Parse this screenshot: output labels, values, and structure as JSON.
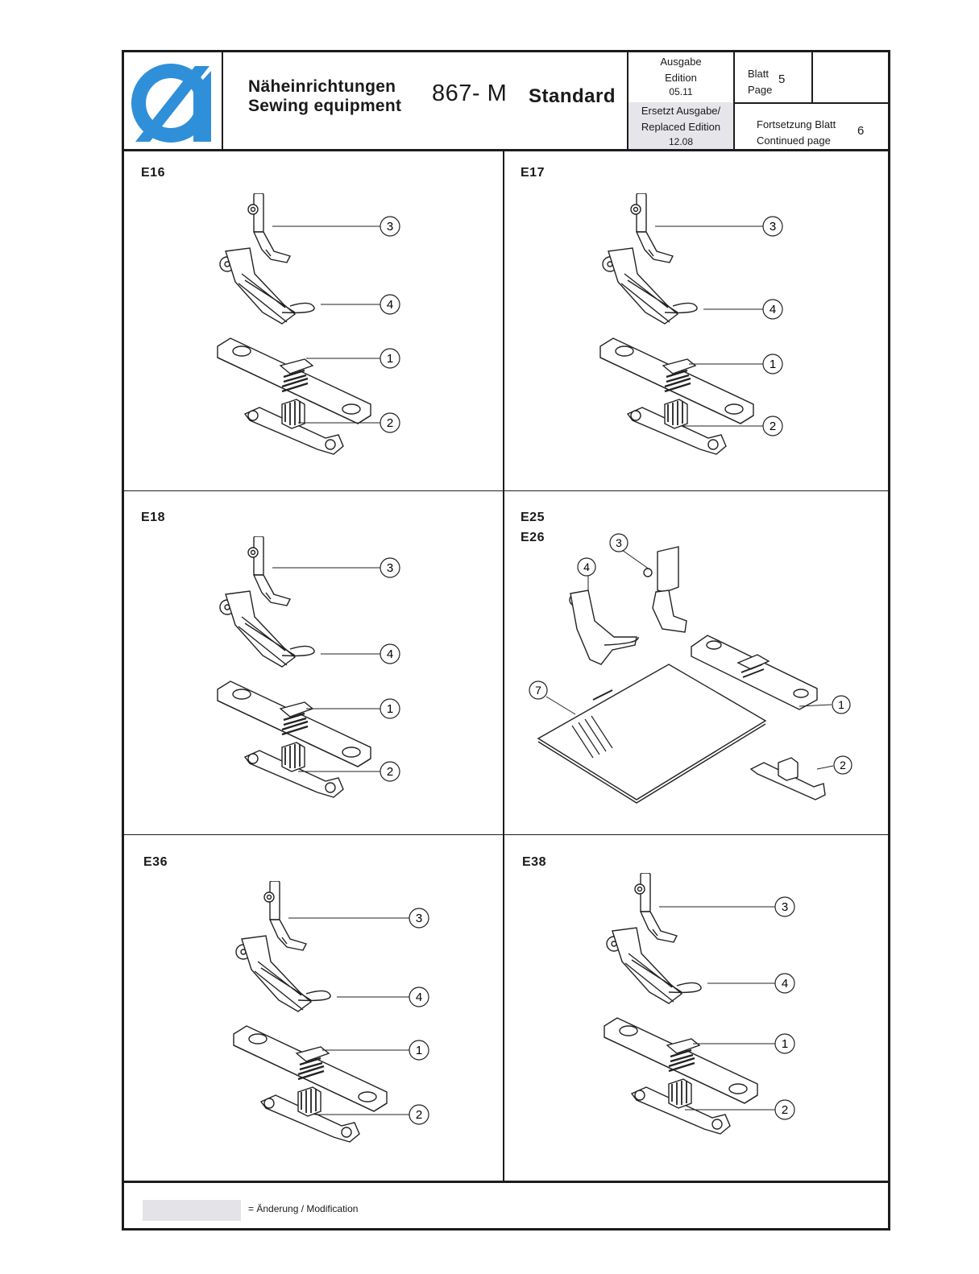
{
  "header": {
    "title_de": "Näheinrichtungen",
    "title_en": "Sewing equipment",
    "model": "867- M",
    "variant": "Standard",
    "edition_label_de": "Ausgabe",
    "edition_label_en": "Edition",
    "edition_value": "05.11",
    "replaced_label_de": "Ersetzt Ausgabe/",
    "replaced_label_en": "Replaced Edition",
    "replaced_value": "12.08",
    "page_label_de": "Blatt",
    "page_label_en": "Page",
    "page_value": "5",
    "continued_label_de": "Fortsetzung Blatt",
    "continued_label_en": "Continued page",
    "continued_value": "6"
  },
  "sections": [
    {
      "labels": [
        "E16"
      ],
      "callouts": [
        "3",
        "4",
        "1",
        "2"
      ]
    },
    {
      "labels": [
        "E17"
      ],
      "callouts": [
        "3",
        "4",
        "1",
        "2"
      ]
    },
    {
      "labels": [
        "E18"
      ],
      "callouts": [
        "3",
        "4",
        "1",
        "2"
      ]
    },
    {
      "labels": [
        "E25",
        "E26"
      ],
      "callouts": [
        "3",
        "4",
        "7",
        "1",
        "2"
      ]
    },
    {
      "labels": [
        "E36"
      ],
      "callouts": [
        "3",
        "4",
        "1",
        "2"
      ]
    },
    {
      "labels": [
        "E38"
      ],
      "callouts": [
        "3",
        "4",
        "1",
        "2"
      ]
    }
  ],
  "legend": {
    "text": "= Änderung / Modification"
  },
  "colors": {
    "brand": "#2f8fd9",
    "frame": "#1c1c1c",
    "modification_shade": "#e3e3e8"
  }
}
